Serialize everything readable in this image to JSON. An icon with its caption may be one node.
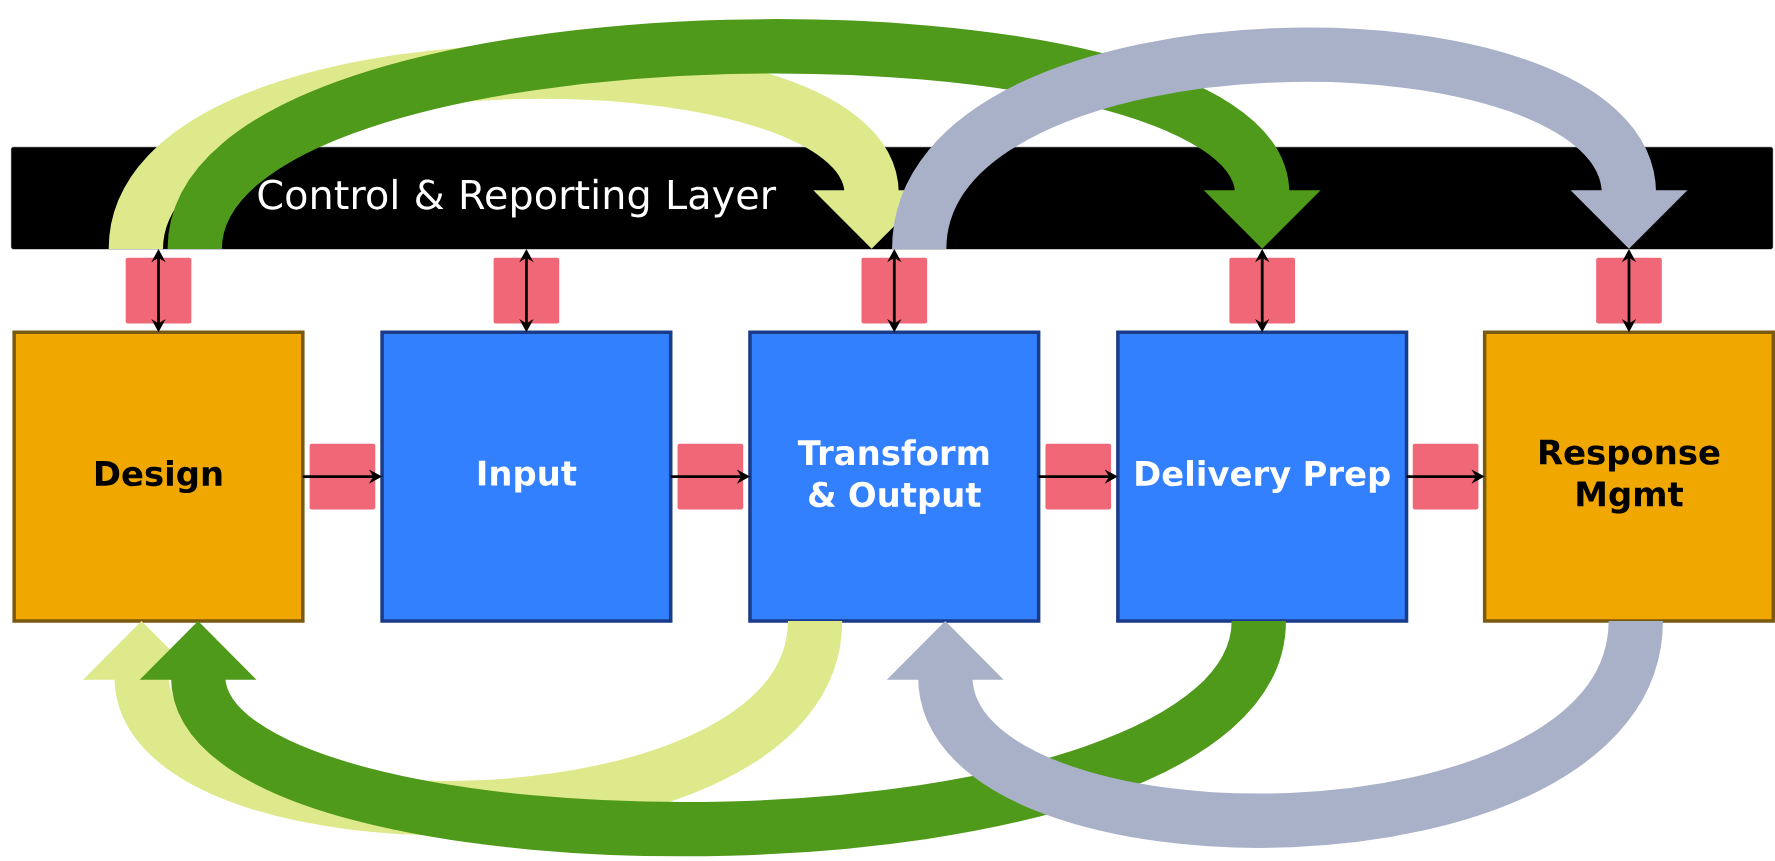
{
  "diagram": {
    "nodes": [
      {
        "text": [
          "Control & Reporting Layer"
        ]
      },
      {
        "text": [
          "Design"
        ]
      },
      {
        "text": [
          "Input"
        ]
      },
      {
        "text": [
          "Transform & Output"
        ]
      },
      {
        "text": [
          "Delivery Prep"
        ]
      },
      {
        "text": [
          "Response Mgmt"
        ]
      }
    ],
    "edges": [
      {
        "from": 1,
        "to": 0,
        "arrow": "both"
      },
      {
        "from": 2,
        "to": 0,
        "arrow": "both"
      },
      {
        "from": 3,
        "to": 0,
        "arrow": "both"
      },
      {
        "from": 4,
        "to": 0,
        "arrow": "both"
      },
      {
        "from": 5,
        "to": 0,
        "arrow": "both"
      },
      {
        "from": 1,
        "to": 2,
        "arrow": "to"
      },
      {
        "from": 2,
        "to": 3,
        "arrow": "to"
      },
      {
        "from": 3,
        "to": 4,
        "arrow": "to"
      },
      {
        "from": 4,
        "to": 5,
        "arrow": "to"
      },
      {
        "from": 0,
        "to": 0,
        "arrow": "to",
        "style": "thick",
        "color": "#dde98a"
      },
      {
        "from": 0,
        "to": 0,
        "arrow": "to",
        "style": "thick",
        "color": "#4f9a1a"
      },
      {
        "from": 0,
        "to": 0,
        "arrow": "to",
        "style": "thick",
        "color": "#a9b1c9"
      },
      {
        "from": 3,
        "to": 1,
        "arrow": "to",
        "style": "thick",
        "color": "#dde98a"
      },
      {
        "from": 4,
        "to": 1,
        "arrow": "to",
        "style": "thick",
        "color": "#4f9a1a"
      },
      {
        "from": 5,
        "to": 3,
        "arrow": "to",
        "style": "thick",
        "color": "#a9b1c9"
      }
    ]
  }
}
